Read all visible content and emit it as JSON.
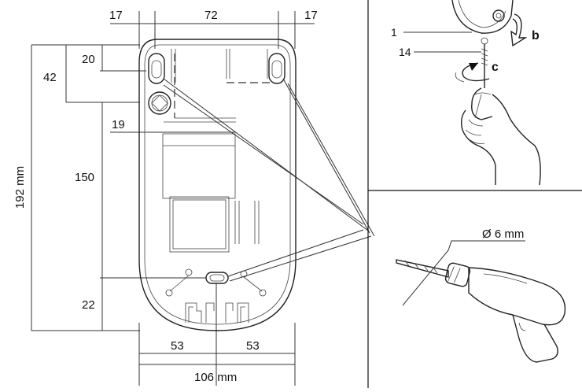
{
  "dimensions": {
    "top_left": "17",
    "top_center": "72",
    "top_right": "17",
    "offset_top": "20",
    "hole_spacing": "42",
    "hole_diameter": "19",
    "total_height": "192 mm",
    "vertical_main": "150",
    "bottom_offset": "22",
    "bottom_left": "53",
    "bottom_right": "53",
    "total_width": "106 mm"
  },
  "callouts": {
    "part_1": "1",
    "part_14": "14",
    "step_b": "b",
    "step_c": "c"
  },
  "drill": {
    "bit_size": "Ø 6 mm"
  }
}
